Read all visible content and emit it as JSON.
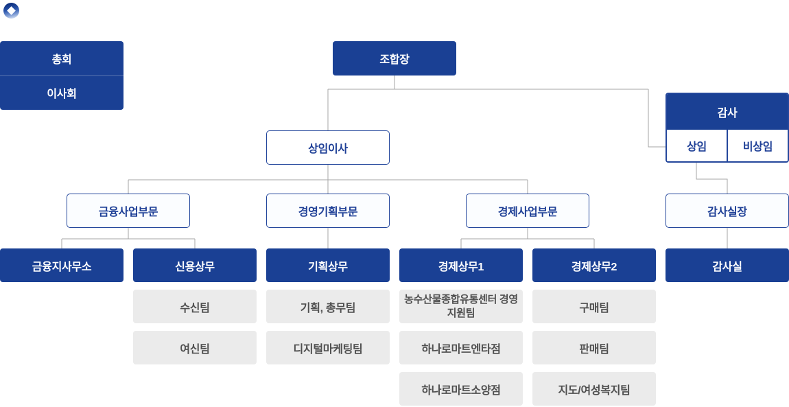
{
  "colors": {
    "primary_blue": "#1a4094",
    "outline_border_blue": "#24479c",
    "text_blue": "#1e3f96",
    "team_bg_gray": "#ebebeb",
    "team_text_gray": "#4f4f4f",
    "connector_gray": "#a6a6a6"
  },
  "org_chart": {
    "logo_icon": "ring-diamond-logo",
    "governance": {
      "general_assembly": "총회",
      "board": "이사회"
    },
    "president": "조합장",
    "standing_director": "상임이사",
    "audit": {
      "title": "감사",
      "standing": "상임",
      "non_standing": "비상임",
      "chief": "감사실장",
      "office": "감사실"
    },
    "divisions": {
      "finance": "금융사업부문",
      "planning": "경영기획부문",
      "economy": "경제사업부문"
    },
    "units": {
      "finance_branch_office": "금융지사무소",
      "credit_exec": "신용상무",
      "planning_exec": "기획상무",
      "economy_exec1": "경제상무1",
      "economy_exec2": "경제상무2"
    },
    "teams": {
      "credit": [
        "수신팀",
        "여신팀"
      ],
      "planning": [
        "기획, 총무팀",
        "디지털마케팅팀"
      ],
      "economy1": [
        "농수산물종합유통센터 경영지원팀",
        "하나로마트엔타점",
        "하나로마트소양점"
      ],
      "economy2": [
        "구매팀",
        "판매팀",
        "지도/여성복지팀"
      ]
    }
  }
}
